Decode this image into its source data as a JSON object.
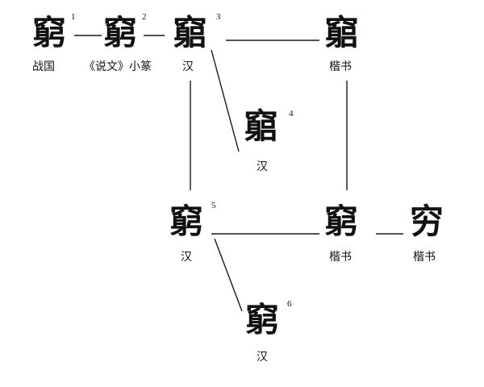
{
  "nodes": [
    {
      "id": "n1",
      "glyph": "窮",
      "number": "1",
      "label": "战国"
    },
    {
      "id": "n2",
      "glyph": "窮",
      "number": "2",
      "label": "《说文》小篆"
    },
    {
      "id": "n3",
      "glyph": "竆",
      "number": "3",
      "label": "汉"
    },
    {
      "id": "n4",
      "glyph": "竆",
      "number": "4",
      "label": "汉"
    },
    {
      "id": "n5",
      "glyph": "窮",
      "number": "5",
      "label": "汉"
    },
    {
      "id": "n6",
      "glyph": "窮",
      "number": "6",
      "label": "汉"
    },
    {
      "id": "k1",
      "glyph": "竆",
      "number": "",
      "label": "楷书"
    },
    {
      "id": "k2",
      "glyph": "窮",
      "number": "",
      "label": "楷书"
    },
    {
      "id": "k3",
      "glyph": "穷",
      "number": "",
      "label": "楷书"
    }
  ],
  "edges": [
    [
      "n1",
      "n2"
    ],
    [
      "n2",
      "n3"
    ],
    [
      "n3",
      "k1"
    ],
    [
      "n3",
      "n4"
    ],
    [
      "n3",
      "n5"
    ],
    [
      "k1",
      "k2"
    ],
    [
      "n5",
      "k2"
    ],
    [
      "n5",
      "n6"
    ],
    [
      "k2",
      "k3"
    ]
  ]
}
